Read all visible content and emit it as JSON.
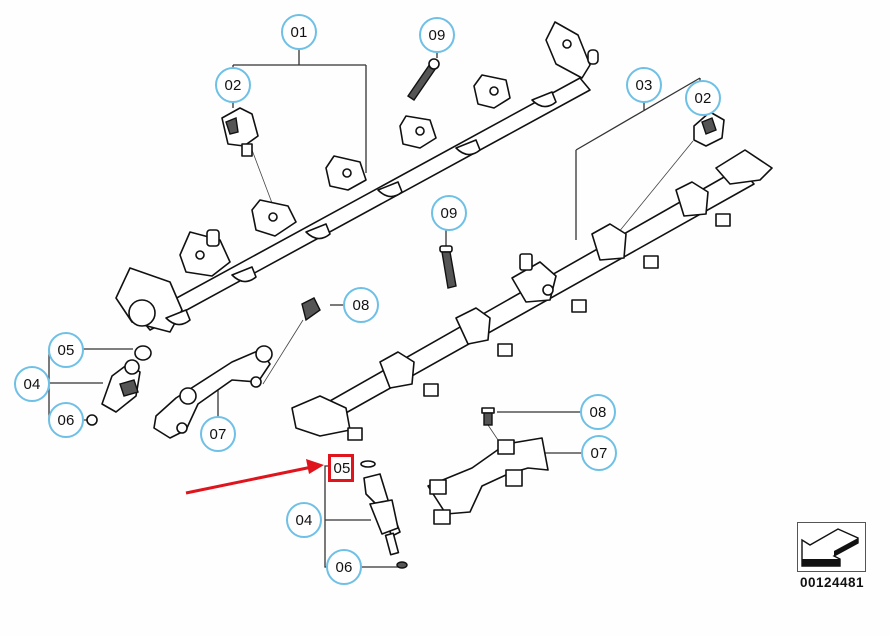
{
  "diagram": {
    "id_label": "00124481",
    "accent_callout_color": "#6ec0e6",
    "highlight_color": "#e0141c",
    "callouts": [
      {
        "key": "c01",
        "label": "01"
      },
      {
        "key": "c02a",
        "label": "02"
      },
      {
        "key": "c09a",
        "label": "09"
      },
      {
        "key": "c03",
        "label": "03"
      },
      {
        "key": "c02b",
        "label": "02"
      },
      {
        "key": "c09b",
        "label": "09"
      },
      {
        "key": "c08a",
        "label": "08"
      },
      {
        "key": "c05a",
        "label": "05"
      },
      {
        "key": "c04a",
        "label": "04"
      },
      {
        "key": "c06a",
        "label": "06"
      },
      {
        "key": "c07a",
        "label": "07"
      },
      {
        "key": "c05b",
        "label": "05"
      },
      {
        "key": "c04b",
        "label": "04"
      },
      {
        "key": "c06b",
        "label": "06"
      },
      {
        "key": "c08b",
        "label": "08"
      },
      {
        "key": "c07b",
        "label": "07"
      }
    ],
    "highlighted_callout": "05",
    "nav_icon": "arrow-back-left-icon"
  }
}
